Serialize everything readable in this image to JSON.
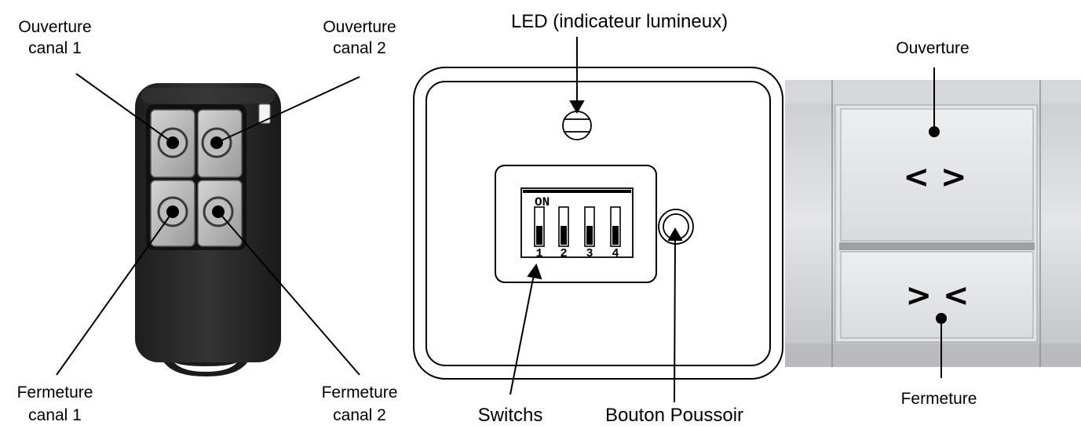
{
  "remote": {
    "label_open_1_line1": "Ouverture",
    "label_open_1_line2": "canal 1",
    "label_open_2_line1": "Ouverture",
    "label_open_2_line2": "canal 2",
    "label_close_1_line1": "Fermeture",
    "label_close_1_line2": "canal 1",
    "label_close_2_line1": "Fermeture",
    "label_close_2_line2": "canal 2"
  },
  "receiver": {
    "led_label": "LED (indicateur lumineux)",
    "switch_label": "Switchs",
    "pushbutton_label": "Bouton Poussoir",
    "dip_on_text": "ON",
    "dip_numbers": [
      "1",
      "2",
      "3",
      "4"
    ]
  },
  "wall_switch": {
    "open_label": "Ouverture",
    "close_label": "Fermeture",
    "open_symbol": "< >",
    "close_symbol": "> <"
  }
}
